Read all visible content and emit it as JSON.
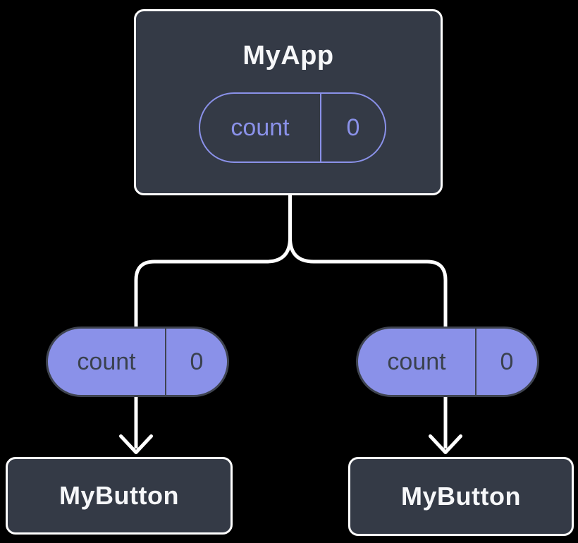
{
  "colors": {
    "background": "#000000",
    "node_fill": "#343a46",
    "node_border": "#ffffff",
    "node_text": "#f6f7f9",
    "accent_purple": "#8a91e9",
    "pill_dark_border": "#3f4450",
    "pill_dark_text": "#3a414d",
    "connector": "#ffffff"
  },
  "tree": {
    "root": {
      "title": "MyApp",
      "state_pill": {
        "label": "count",
        "value": "0"
      }
    },
    "children": [
      {
        "prop_pill": {
          "label": "count",
          "value": "0"
        },
        "title": "MyButton"
      },
      {
        "prop_pill": {
          "label": "count",
          "value": "0"
        },
        "title": "MyButton"
      }
    ]
  }
}
